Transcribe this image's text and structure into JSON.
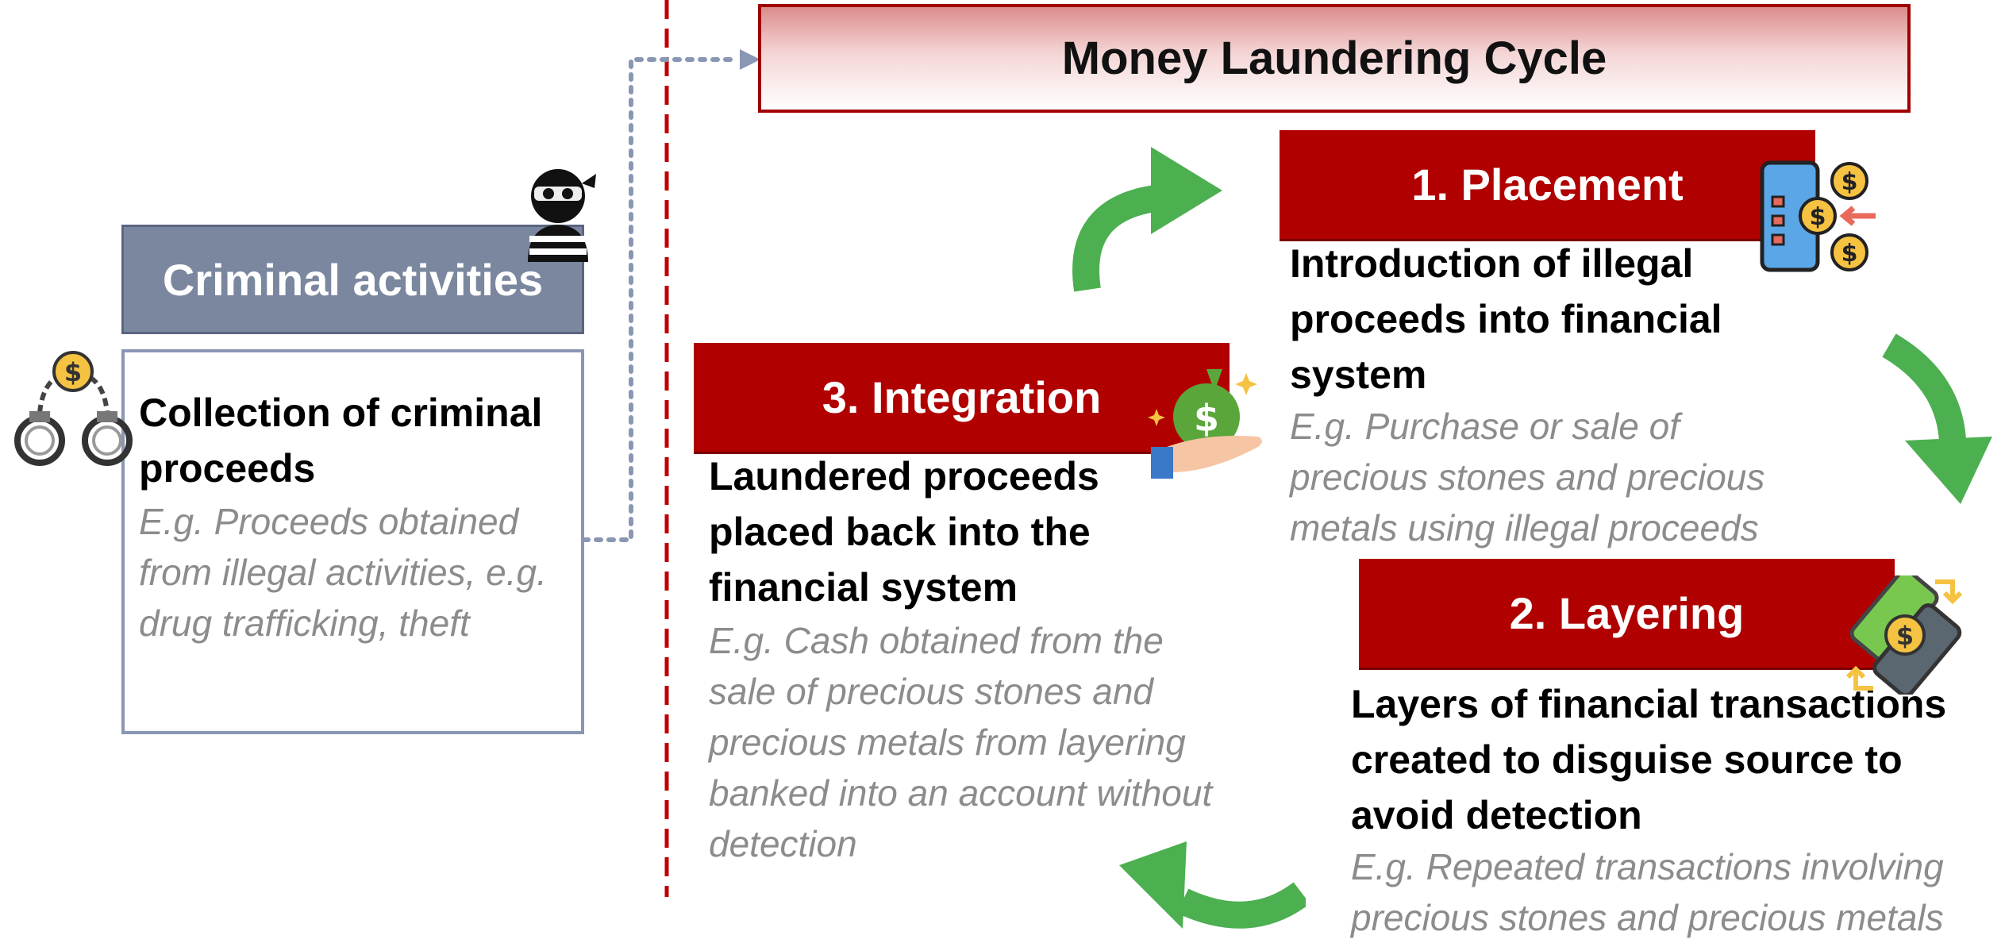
{
  "title": "Money Laundering Cycle",
  "criminal": {
    "header": "Criminal activities",
    "heading": "Collection of criminal proceeds",
    "example": "E.g. Proceeds obtained from illegal activities, e.g. drug trafficking, theft"
  },
  "placement": {
    "header": "1. Placement",
    "heading": "Introduction of illegal proceeds into financial system",
    "example": "E.g. Purchase or sale of precious stones and precious metals using illegal proceeds"
  },
  "layering": {
    "header": "2. Layering",
    "heading": "Layers of financial transactions created to disguise source to avoid detection",
    "example": "E.g. Repeated transactions involving precious stones and precious metals"
  },
  "integration": {
    "header": "3. Integration",
    "heading": "Laundered proceeds placed back into the financial system",
    "example": "E.g. Cash obtained from the sale of precious stones and precious metals from layering banked into an account without detection"
  },
  "colors": {
    "stage_red": "#b00000",
    "criminal_header": "#7b879f",
    "arrow_green": "#4caf50",
    "divider_red": "#c00000"
  },
  "icons": [
    "thief-icon",
    "handcuffs-money-icon",
    "phone-money-icon",
    "money-bag-hand-icon",
    "phone-transfer-icon"
  ]
}
